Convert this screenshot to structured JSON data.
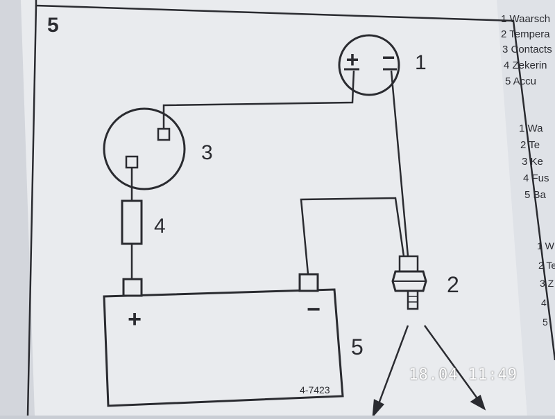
{
  "diagram": {
    "figure_number": "5",
    "labels": {
      "gauge": "1",
      "sender": "2",
      "switch": "3",
      "fuse": "4",
      "battery": "5"
    },
    "gauge_plus": "+",
    "gauge_minus": "−",
    "battery_plus": "+",
    "battery_minus": "−",
    "code": "4-7423"
  },
  "legend_blocks": [
    {
      "lines": [
        "1  Waarsch",
        "2  Tempera",
        "3  Contacts",
        "4  Zekerin",
        "5  Accu"
      ]
    },
    {
      "lines": [
        "1  Wa",
        "2  Te",
        "3  Ke",
        "4  Fus",
        "5  Ba"
      ]
    },
    {
      "lines": [
        "1  W",
        "2  Te",
        "3  Z",
        "4",
        "5"
      ]
    }
  ],
  "timestamp": "18.04  11:49",
  "colors": {
    "paper": "#e9ebee",
    "ink": "#2a2b30",
    "background": "#c9cdd4"
  }
}
